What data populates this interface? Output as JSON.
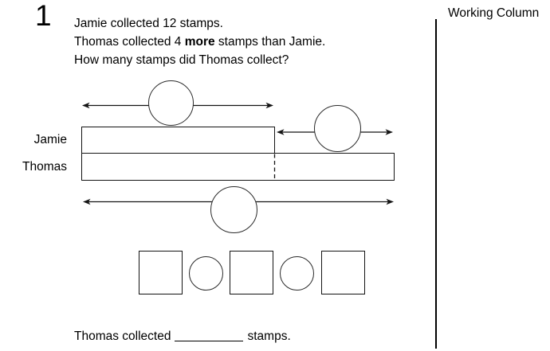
{
  "question": {
    "number": "1",
    "line1": "Jamie collected 12 stamps.",
    "line2": {
      "pre": "Thomas collected 4 ",
      "bold": "more",
      "post": " stamps than Jamie."
    },
    "line3": "How many stamps did Thomas collect?"
  },
  "bar_model": {
    "row1_label": "Jamie",
    "row2_label": "Thomas"
  },
  "answer_sentence": {
    "pre": "Thomas collected",
    "post": "stamps."
  },
  "working_column": {
    "label": "Working Column"
  },
  "colors": {
    "ink": "#000000",
    "paper": "#ffffff"
  }
}
